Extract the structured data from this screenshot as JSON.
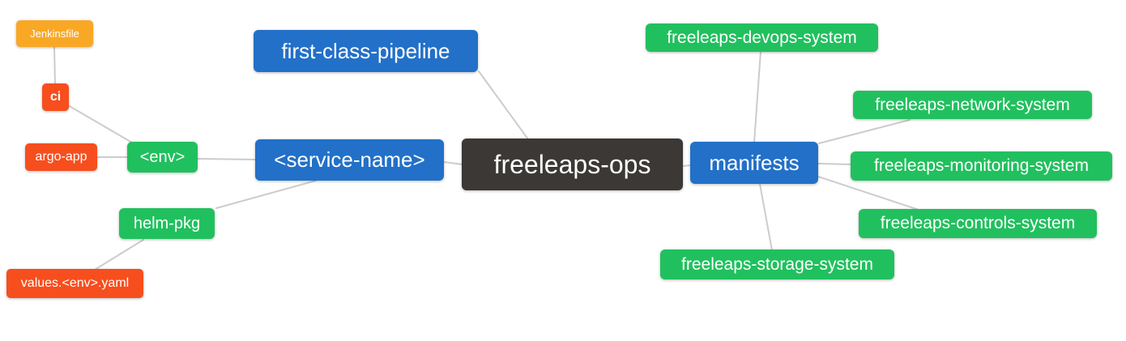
{
  "diagram": {
    "type": "mindmap",
    "root_label": "freeleaps-ops",
    "background": "#ffffff",
    "edge_color": "#cccccc",
    "palette": {
      "dark": "#3b3835",
      "blue": "#2270c8",
      "green": "#21c05e",
      "red": "#f74e1e",
      "amber": "#f9a826"
    },
    "nodes": [
      {
        "id": "freeleaps-ops",
        "label": "freeleaps-ops",
        "level": 0,
        "color": "dark"
      },
      {
        "id": "first-class-pipeline",
        "label": "first-class-pipeline",
        "level": 1,
        "color": "blue"
      },
      {
        "id": "service-name",
        "label": "<service-name>",
        "level": 1,
        "color": "blue"
      },
      {
        "id": "manifests",
        "label": "manifests",
        "level": 1,
        "color": "blue"
      },
      {
        "id": "env",
        "label": "<env>",
        "level": 2,
        "color": "green"
      },
      {
        "id": "helm-pkg",
        "label": "helm-pkg",
        "level": 2,
        "color": "green"
      },
      {
        "id": "ci",
        "label": "ci",
        "level": 3,
        "color": "red"
      },
      {
        "id": "argo-app",
        "label": "argo-app",
        "level": 3,
        "color": "red"
      },
      {
        "id": "jenkinsfile",
        "label": "Jenkinsfile",
        "level": 4,
        "color": "amber"
      },
      {
        "id": "values-env-yaml",
        "label": "values.<env>.yaml",
        "level": 3,
        "color": "red"
      },
      {
        "id": "freeleaps-devops-system",
        "label": "freeleaps-devops-system",
        "level": 2,
        "color": "green"
      },
      {
        "id": "freeleaps-network-system",
        "label": "freeleaps-network-system",
        "level": 2,
        "color": "green"
      },
      {
        "id": "freeleaps-monitoring-system",
        "label": "freeleaps-monitoring-system",
        "level": 2,
        "color": "green"
      },
      {
        "id": "freeleaps-controls-system",
        "label": "freeleaps-controls-system",
        "level": 2,
        "color": "green"
      },
      {
        "id": "freeleaps-storage-system",
        "label": "freeleaps-storage-system",
        "level": 2,
        "color": "green"
      }
    ],
    "edges": [
      {
        "from": "jenkinsfile",
        "to": "ci"
      },
      {
        "from": "ci",
        "to": "env"
      },
      {
        "from": "argo-app",
        "to": "env"
      },
      {
        "from": "env",
        "to": "service-name"
      },
      {
        "from": "helm-pkg",
        "to": "service-name"
      },
      {
        "from": "values-env-yaml",
        "to": "helm-pkg"
      },
      {
        "from": "first-class-pipeline",
        "to": "freeleaps-ops"
      },
      {
        "from": "service-name",
        "to": "freeleaps-ops"
      },
      {
        "from": "freeleaps-ops",
        "to": "manifests"
      },
      {
        "from": "manifests",
        "to": "freeleaps-devops-system"
      },
      {
        "from": "manifests",
        "to": "freeleaps-network-system"
      },
      {
        "from": "manifests",
        "to": "freeleaps-monitoring-system"
      },
      {
        "from": "manifests",
        "to": "freeleaps-controls-system"
      },
      {
        "from": "manifests",
        "to": "freeleaps-storage-system"
      }
    ]
  }
}
